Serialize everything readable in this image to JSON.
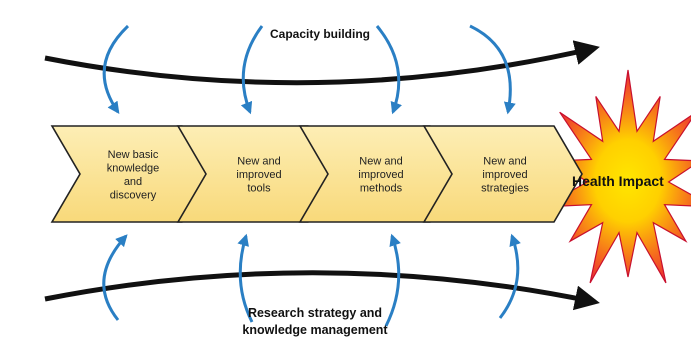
{
  "top_label": "Capacity building",
  "bottom_label": [
    "Research strategy and",
    "knowledge management"
  ],
  "steps": [
    {
      "lines": [
        "New basic",
        "knowledge",
        "and",
        "discovery"
      ]
    },
    {
      "lines": [
        "New and",
        "improved",
        "tools"
      ]
    },
    {
      "lines": [
        "New and",
        "improved",
        "methods"
      ]
    },
    {
      "lines": [
        "New and",
        "improved",
        "strategies"
      ]
    }
  ],
  "impact_label": "Health Impact",
  "colors": {
    "chevron_fill": "#fbe39a",
    "chevron_stroke": "#222222",
    "cycle_arrow": "#2a7fc4",
    "long_arrow": "#111111",
    "burst_outer": "#e8193c",
    "burst_inner": "#ffe600"
  }
}
